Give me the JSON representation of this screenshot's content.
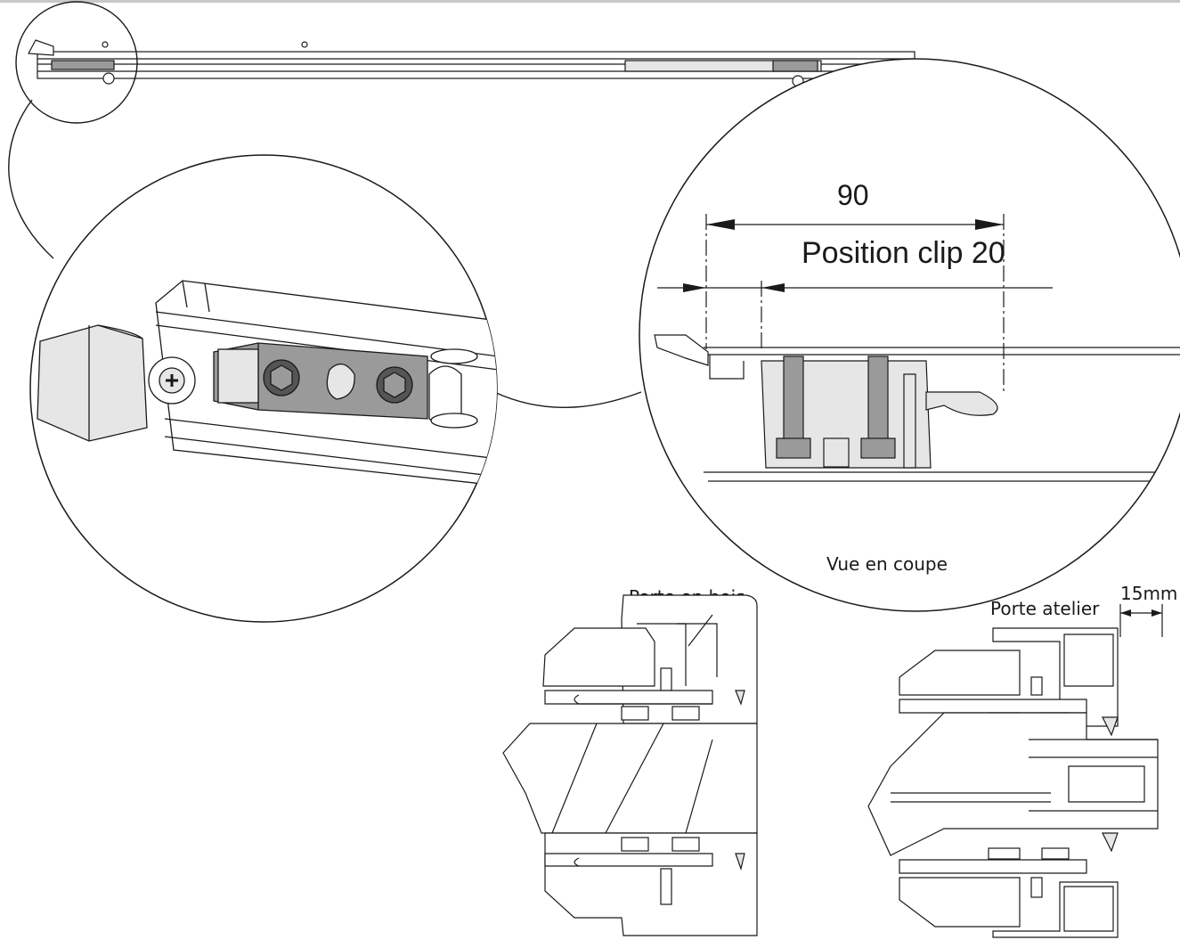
{
  "dimension_main": "90",
  "dimension_sub": "Position clip 20",
  "section_caption": "Vue en coupe",
  "wood_door_label": "Porte en bois",
  "workshop_door_label": "Porte atelier",
  "gap_dimension": "15mm",
  "colors": {
    "line": "#1a1a1a",
    "fill_light": "#e6e6e6",
    "fill_mid": "#9a9a9a",
    "fill_dark": "#555555",
    "rule": "#c8c8c8"
  }
}
